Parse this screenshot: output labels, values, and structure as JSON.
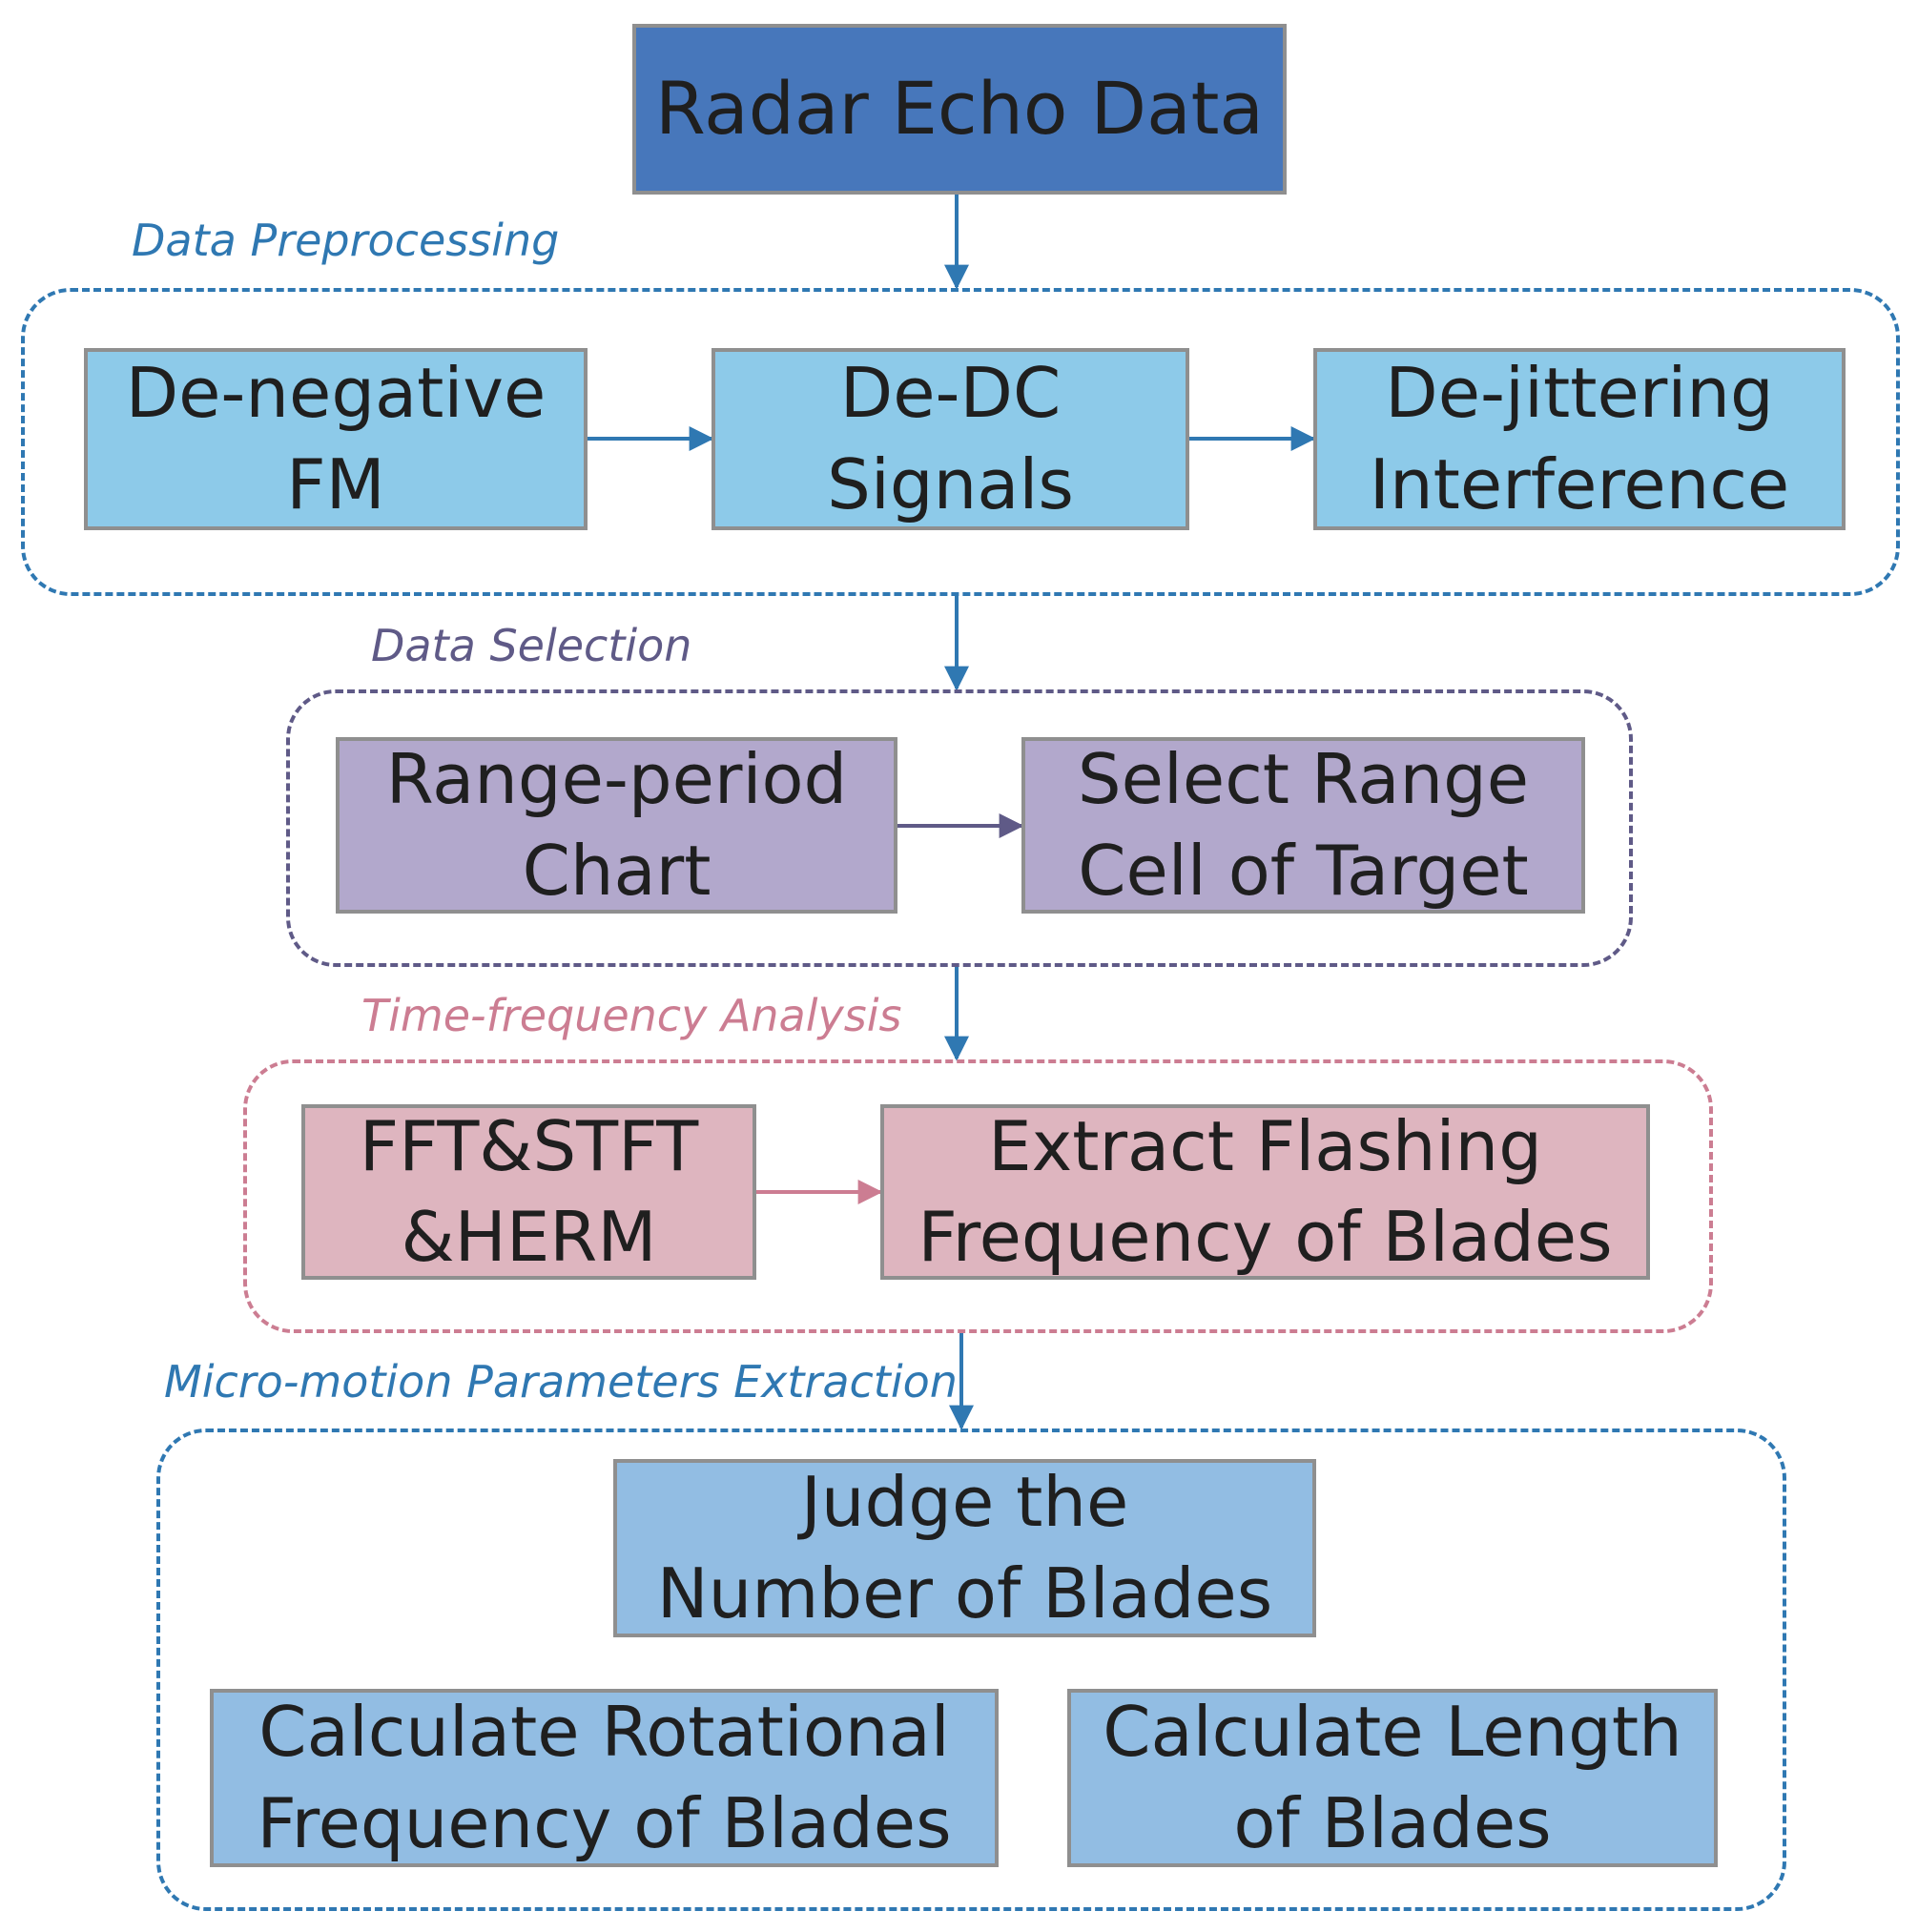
{
  "colors": {
    "top_fill": "#4777bb",
    "preprocessing_fill": "#8dcae9",
    "preprocessing_line": "#2f78b2",
    "selection_fill": "#b2a8cc",
    "selection_line": "#5f5a87",
    "tf_fill": "#deb5bf",
    "tf_line": "#cc7d92",
    "extraction_fill": "#92bde3",
    "extraction_line": "#2f78b2",
    "box_border": "#8f8f8f"
  },
  "input": {
    "label": "Radar Echo Data"
  },
  "stages": {
    "preprocessing": {
      "label": "Data Preprocessing",
      "steps": [
        "De-negative\nFM",
        "De-DC\nSignals",
        "De-jittering\nInterference"
      ]
    },
    "selection": {
      "label": "Data Selection",
      "steps": [
        "Range-period\nChart",
        "Select Range\nCell of Target"
      ]
    },
    "time_frequency": {
      "label": "Time-frequency Analysis",
      "steps": [
        "FFT&STFT\n&HERM",
        "Extract Flashing\nFrequency of Blades"
      ]
    },
    "extraction": {
      "label": "Micro-motion Parameters Extraction",
      "steps": [
        "Judge the\nNumber of Blades",
        "Calculate Rotational\nFrequency of Blades",
        "Calculate Length\nof Blades"
      ]
    }
  }
}
